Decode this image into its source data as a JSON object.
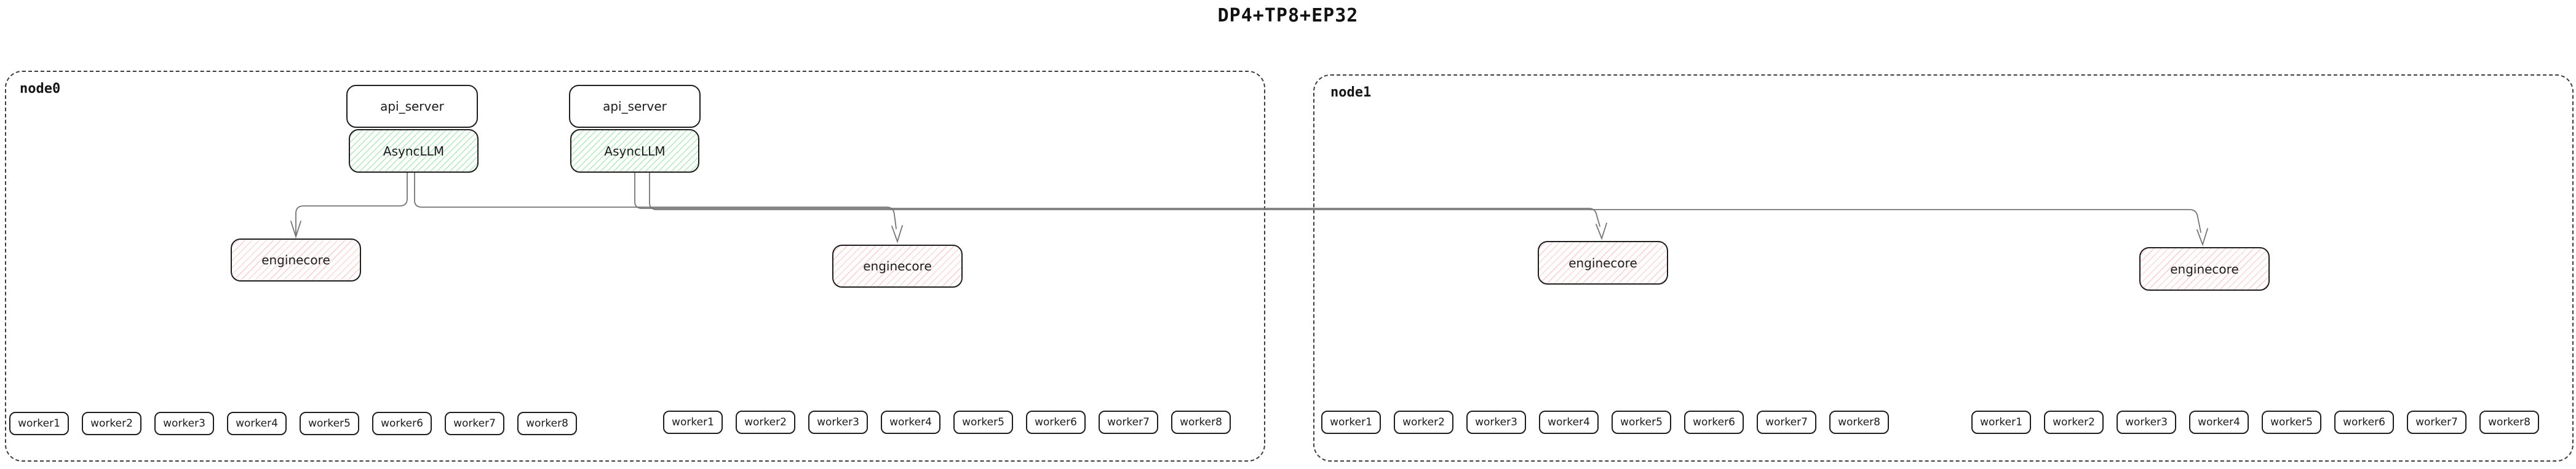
{
  "title": "DP4+TP8+EP32",
  "node0": {
    "label": "node0",
    "api_servers": [
      {
        "title": "api_server",
        "llm": "AsyncLLM"
      },
      {
        "title": "api_server",
        "llm": "AsyncLLM"
      }
    ],
    "enginecores": [
      "enginecore",
      "enginecore"
    ],
    "worker_rows": [
      [
        "worker1",
        "worker2",
        "worker3",
        "worker4",
        "worker5",
        "worker6",
        "worker7",
        "worker8"
      ],
      [
        "worker1",
        "worker2",
        "worker3",
        "worker4",
        "worker5",
        "worker6",
        "worker7",
        "worker8"
      ]
    ]
  },
  "node1": {
    "label": "node1",
    "enginecores": [
      "enginecore",
      "enginecore"
    ],
    "worker_rows": [
      [
        "worker1",
        "worker2",
        "worker3",
        "worker4",
        "worker5",
        "worker6",
        "worker7",
        "worker8"
      ],
      [
        "worker1",
        "worker2",
        "worker3",
        "worker4",
        "worker5",
        "worker6",
        "worker7",
        "worker8"
      ]
    ]
  },
  "colors": {
    "border": "#1e1e1e",
    "edge_line": "#757575",
    "green_hatch": "#69db7c",
    "pink_hatch": "#ffa8a8",
    "node_dash": "#3c3c3c"
  }
}
